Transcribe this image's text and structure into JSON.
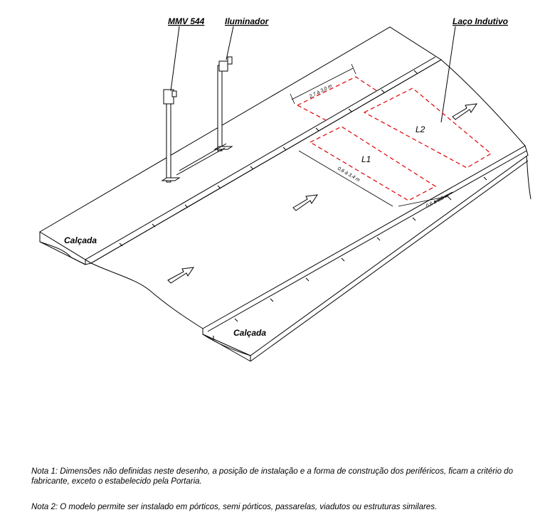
{
  "labels": {
    "device": "MMV 544",
    "illuminator": "Iluminador",
    "loop": "Laço Indutivo",
    "loop1": "L1",
    "loop2": "L2",
    "sidewalk_left": "Calçada",
    "sidewalk_right": "Calçada"
  },
  "dimensions": {
    "spacing": "2,7 à 3,0 m",
    "width": "0,6 à 3,4 m",
    "gap": "0,6 à 0,8 m"
  },
  "notes": [
    {
      "label": "Nota 1:",
      "text": "Dimensões não definidas neste desenho, a posição de instalação e a forma de construção dos periféricos, ficam a critério do fabricante, exceto o estabelecido pela Portaria."
    },
    {
      "label": "Nota 2:",
      "text": "O modelo permite ser instalado em pórticos, semi pórticos, passarelas, viadutos ou estruturas similares."
    }
  ],
  "colors": {
    "line": "#000000",
    "loop_dashed": "#e00000",
    "background": "#ffffff"
  }
}
